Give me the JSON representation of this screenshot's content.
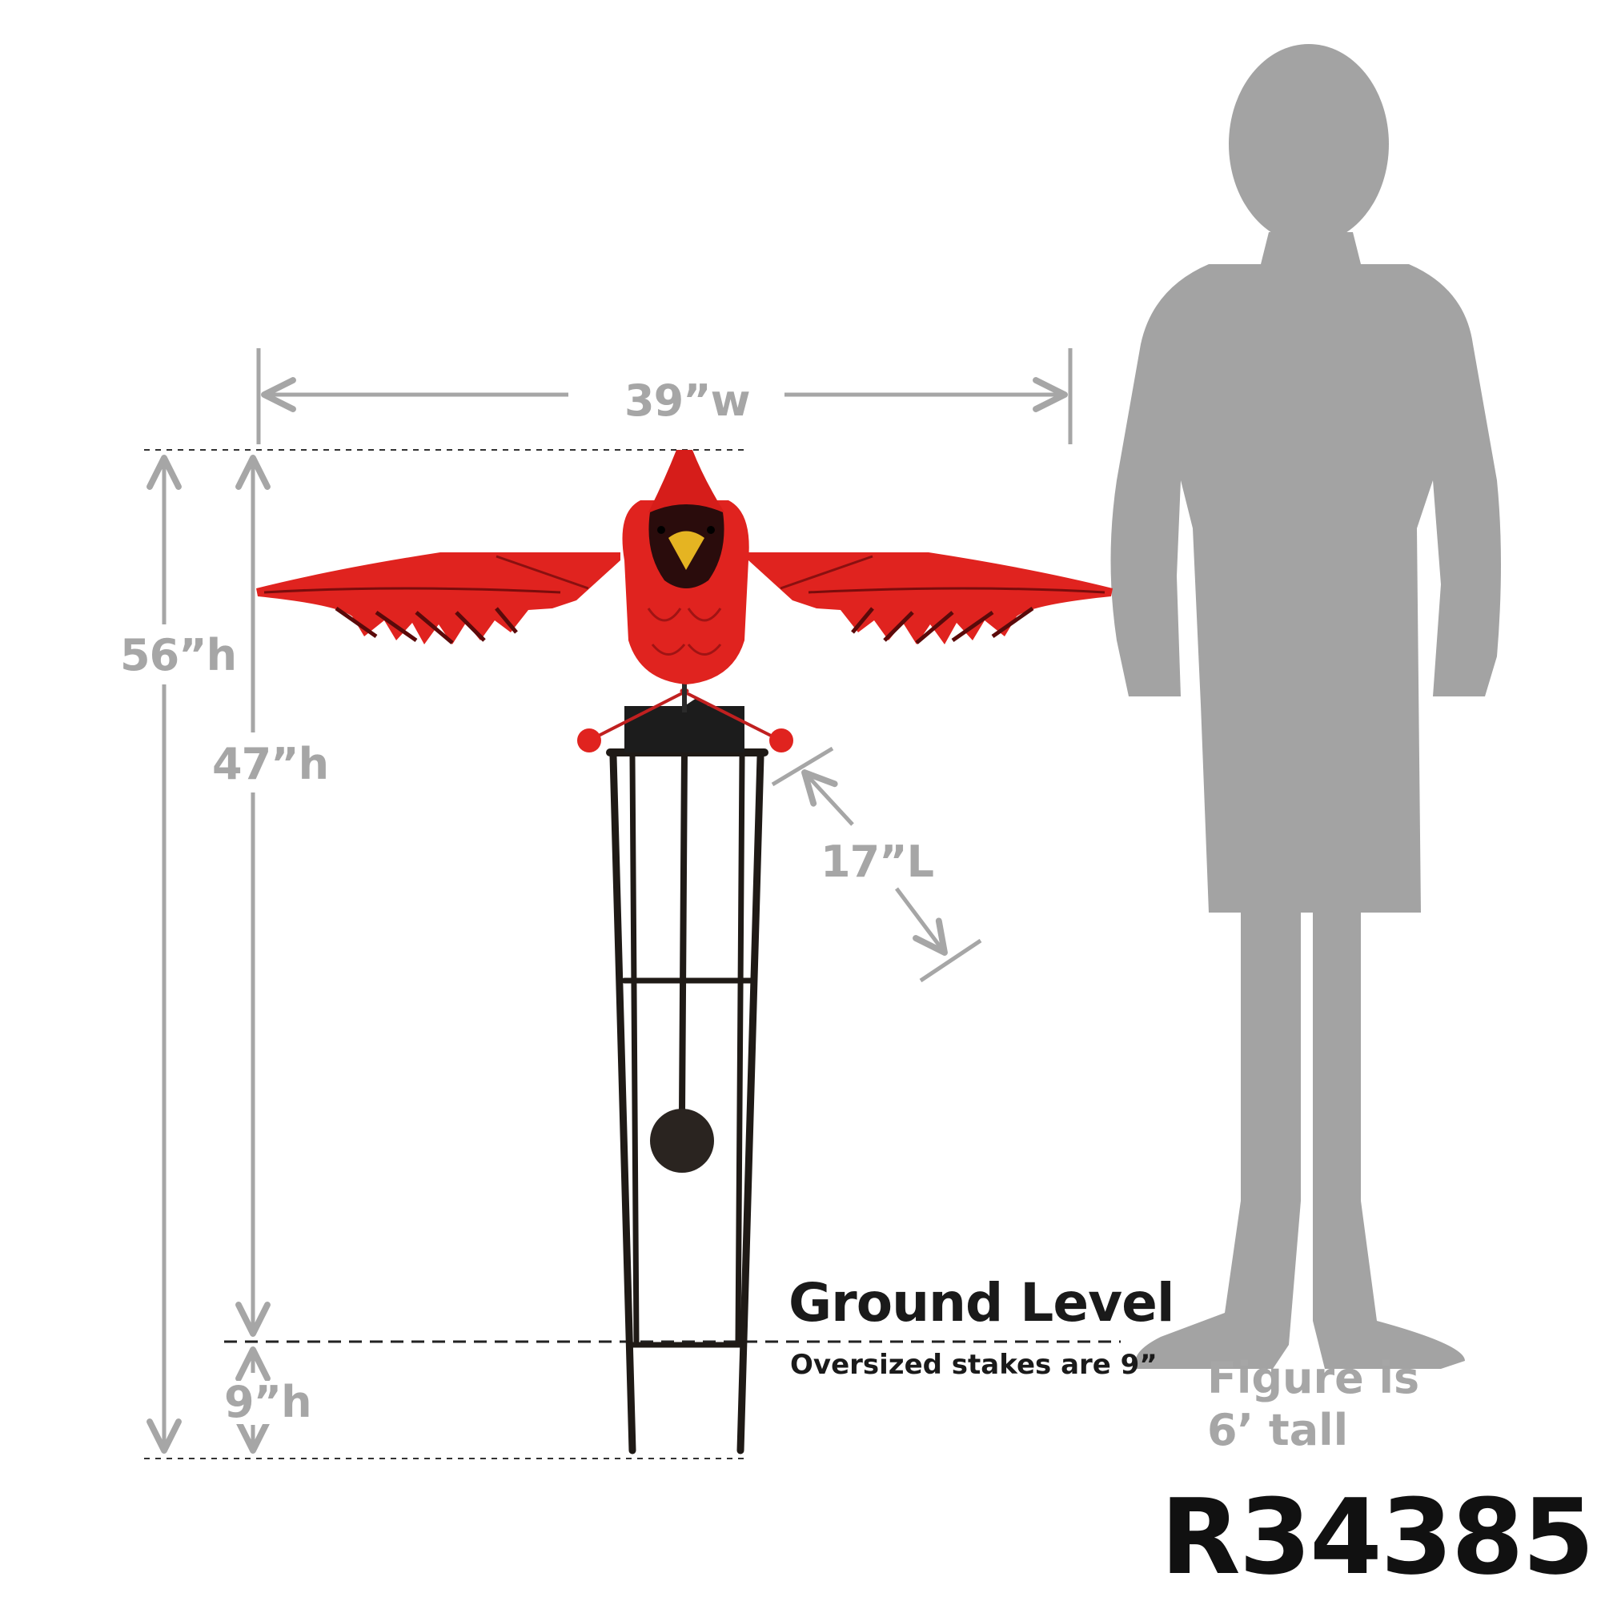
{
  "dimensions": {
    "width": "39”w",
    "total_height": "56”h",
    "above_ground_height": "47”h",
    "stake_depth": "9”h",
    "length": "17”L"
  },
  "ground": {
    "title": "Ground Level",
    "note": "Oversized stakes are 9”"
  },
  "figure_note": {
    "line1": "Figure is",
    "line2": "6’ tall"
  },
  "product_code": "R34385",
  "colors": {
    "dimension_gray": "#a6a6a6",
    "silhouette_gray": "#a3a3a3",
    "cardinal_red": "#e0231f",
    "stake_black": "#1f1a16"
  }
}
